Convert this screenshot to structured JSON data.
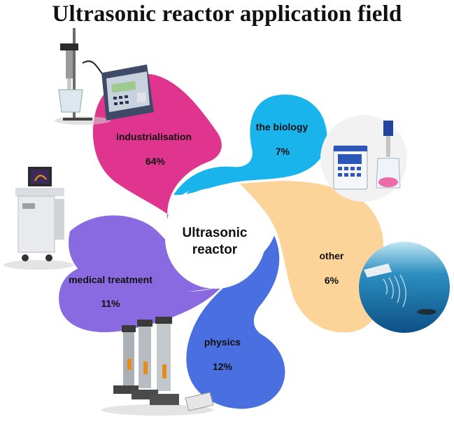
{
  "title": "Ultrasonic reactor application field",
  "center": {
    "line1": "Ultrasonic",
    "line2": "reactor"
  },
  "segments": [
    {
      "label": "industrialisation",
      "value": "64%",
      "color": "#e0358f",
      "icon": "ultrasonic-processor-icon"
    },
    {
      "label": "the biology",
      "value": "7%",
      "color": "#1ab4ec",
      "icon": "lab-sonicator-icon"
    },
    {
      "label": "other",
      "value": "6%",
      "color": "#fcd49a",
      "icon": "sonar-ocean-icon"
    },
    {
      "label": "physics",
      "value": "12%",
      "color": "#4a6fe0",
      "icon": "welding-machines-icon"
    },
    {
      "label": "medical treatment",
      "value": "11%",
      "color": "#8a6ae0",
      "icon": "ultrasound-scanner-icon"
    }
  ]
}
